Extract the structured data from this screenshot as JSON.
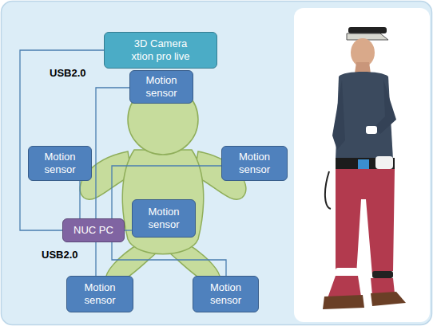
{
  "diagram": {
    "nodes": [
      {
        "text": [
          "3D Camera xtion pro live"
        ]
      },
      {
        "text": [
          "Motion sensor"
        ]
      },
      {
        "text": [
          "Motion sensor"
        ]
      },
      {
        "text": [
          "Motion sensor"
        ]
      },
      {
        "text": [
          "Motion sensor"
        ]
      },
      {
        "text": [
          "NUC PC"
        ]
      },
      {
        "text": [
          "Motion sensor"
        ]
      },
      {
        "text": [
          "Motion sensor"
        ]
      }
    ],
    "edges": [
      {
        "from": 5,
        "to": 0,
        "arrow": "none"
      },
      {
        "from": 5,
        "to": 1,
        "arrow": "none"
      },
      {
        "from": 5,
        "to": 2,
        "arrow": "none"
      },
      {
        "from": 5,
        "to": 3,
        "arrow": "none"
      },
      {
        "from": 5,
        "to": 4,
        "arrow": "none"
      },
      {
        "from": 5,
        "to": 6,
        "arrow": "none"
      },
      {
        "from": 5,
        "to": 7,
        "arrow": "none"
      }
    ],
    "labels": [
      "USB2.0",
      "USB2.0"
    ]
  }
}
